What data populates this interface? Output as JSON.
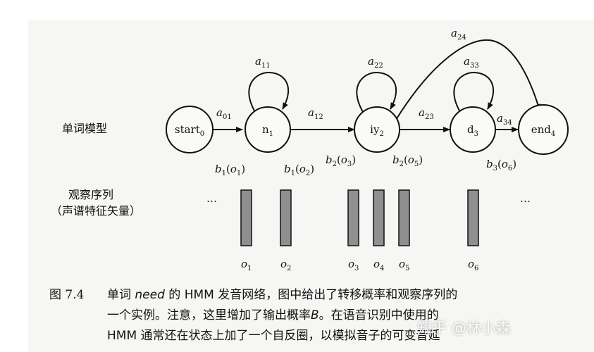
{
  "labels": {
    "word_model": "单词模型",
    "obs_seq_line1": "观察序列",
    "obs_seq_line2": "（声谱特征矢量）"
  },
  "states": [
    {
      "id": "start",
      "base": "start",
      "sub": "0"
    },
    {
      "id": "n",
      "base": "n",
      "sub": "1"
    },
    {
      "id": "iy",
      "base": "iy",
      "sub": "2"
    },
    {
      "id": "d",
      "base": "d",
      "sub": "3"
    },
    {
      "id": "end",
      "base": "end",
      "sub": "4"
    }
  ],
  "transitions": [
    {
      "id": "a01",
      "base": "a",
      "sub": "01"
    },
    {
      "id": "a12",
      "base": "a",
      "sub": "12"
    },
    {
      "id": "a23",
      "base": "a",
      "sub": "23"
    },
    {
      "id": "a34",
      "base": "a",
      "sub": "34"
    },
    {
      "id": "a11",
      "base": "a",
      "sub": "11"
    },
    {
      "id": "a22",
      "base": "a",
      "sub": "22"
    },
    {
      "id": "a33",
      "base": "a",
      "sub": "33"
    },
    {
      "id": "a24",
      "base": "a",
      "sub": "24"
    }
  ],
  "emissions": [
    {
      "id": "b1o1",
      "b": "b",
      "bsub": "1",
      "o": "o",
      "osub": "1"
    },
    {
      "id": "b1o2",
      "b": "b",
      "bsub": "1",
      "o": "o",
      "osub": "2"
    },
    {
      "id": "b2o3",
      "b": "b",
      "bsub": "2",
      "o": "o",
      "osub": "3"
    },
    {
      "id": "b2o5",
      "b": "b",
      "bsub": "2",
      "o": "o",
      "osub": "5"
    },
    {
      "id": "b3o6",
      "b": "b",
      "bsub": "3",
      "o": "o",
      "osub": "6"
    }
  ],
  "observations": [
    {
      "id": "o1",
      "base": "o",
      "sub": "1"
    },
    {
      "id": "o2",
      "base": "o",
      "sub": "2"
    },
    {
      "id": "o3",
      "base": "o",
      "sub": "3"
    },
    {
      "id": "o4",
      "base": "o",
      "sub": "4"
    },
    {
      "id": "o5",
      "base": "o",
      "sub": "5"
    },
    {
      "id": "o6",
      "base": "o",
      "sub": "6"
    }
  ],
  "ellipsis": "…",
  "caption": {
    "fig_no": "图 7.4",
    "line1_a": "单词 ",
    "line1_em": "need",
    "line1_b": " 的 HMM 发音网络，图中给出了转移概率和观察序列的",
    "line2_a": "一个实例。注意，这里增加了输出概率",
    "line2_em": "B",
    "line2_b": "。在语音识别中使用的",
    "line3": "HMM 通常还在状态上加了一个自反圈，以模拟音子的可变音延"
  },
  "watermark": "知乎 @林小森",
  "colors": {
    "ink": "#111111",
    "bar": "#8f8f8f",
    "paper": "#f6f6f4"
  }
}
